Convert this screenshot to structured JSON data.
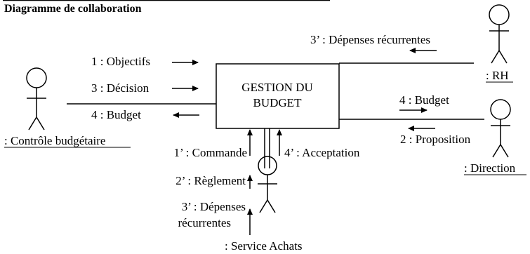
{
  "header": {
    "title": "Diagramme de collaboration"
  },
  "system": {
    "label_line1": "GESTION DU",
    "label_line2": "BUDGET"
  },
  "actors": {
    "controle": ": Contrôle budgétaire",
    "rh": ": RH",
    "direction": ": Direction",
    "achats": ": Service Achats"
  },
  "messages": {
    "objectifs": "1 : Objectifs",
    "decision": "3 : Décision",
    "budget_out": "4 : Budget",
    "depenses_rh": "3’ : Dépenses récurrentes",
    "budget_dir": "4 : Budget",
    "proposition": "2 : Proposition",
    "commande": "1’ : Commande",
    "acceptation": "4’ : Acceptation",
    "reglement": "2’ : Règlement",
    "depenses_achats_l1": "3’ : Dépenses",
    "depenses_achats_l2": "récurrentes"
  }
}
